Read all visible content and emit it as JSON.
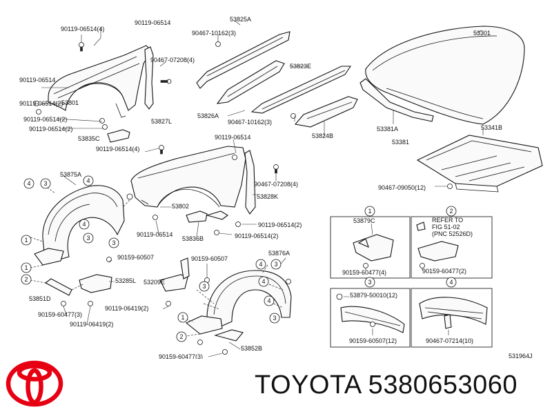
{
  "diagram": {
    "labels": {
      "l0": "90119-06514(4)",
      "l1": "90119-06514",
      "l2": "90119-06514",
      "l3": "90119-06514(2)",
      "l4": "90119-06514(2)",
      "l5": "90119-06514(2)",
      "l6": "53801",
      "l7": "53835C",
      "l8": "90467-07208(4)",
      "l9": "53827L",
      "l10": "90119-06514(4)",
      "l11": "53825A",
      "l12": "90467-10162(3)",
      "l13": "53823E",
      "l14": "53826A",
      "l15": "90467-10162(3)",
      "l16": "53824B",
      "l17": "53301",
      "l18": "53381A",
      "l19": "53381",
      "l20": "53341B",
      "l21": "90467-09050(12)",
      "l22": "90119-06514",
      "l23": "90467-07208(4)",
      "l24": "53828K",
      "l25": "53802",
      "l26": "90119-06514",
      "l27": "90119-06514(2)",
      "l28": "90119-06514(2)",
      "l29": "53836B",
      "l30": "53875A",
      "l31": "90159-60507",
      "l32": "53285L",
      "l33": "53851D",
      "l34": "90159-60477(3)",
      "l35": "90119-06419(2)",
      "l36": "53209E",
      "l37": "90159-60507",
      "l38": "90119-06419(2)",
      "l39": "53876A",
      "l40": "53852B",
      "l41": "90159-60477(3)",
      "l42": "531964J"
    },
    "callouts": {
      "c1": "1",
      "c2": "2",
      "c3": "3",
      "c4": "4"
    },
    "panel1": {
      "label_a": "53879C",
      "label_b": "90159-60477(4)"
    },
    "panel2": {
      "ref1": "REFER TO",
      "ref2": "FIG 51-02",
      "ref3": "(PNC 52526D)",
      "label_b": "90159-60477(2)"
    },
    "panel3": {
      "label_a": "53879-50010(12)",
      "label_b": "90159-60507(12)"
    },
    "panel4": {
      "label_b": "90467-07214(10)"
    }
  },
  "brand": {
    "logo_icon": "toyota-emblem-icon",
    "text": "TOYOTA 5380653060"
  }
}
